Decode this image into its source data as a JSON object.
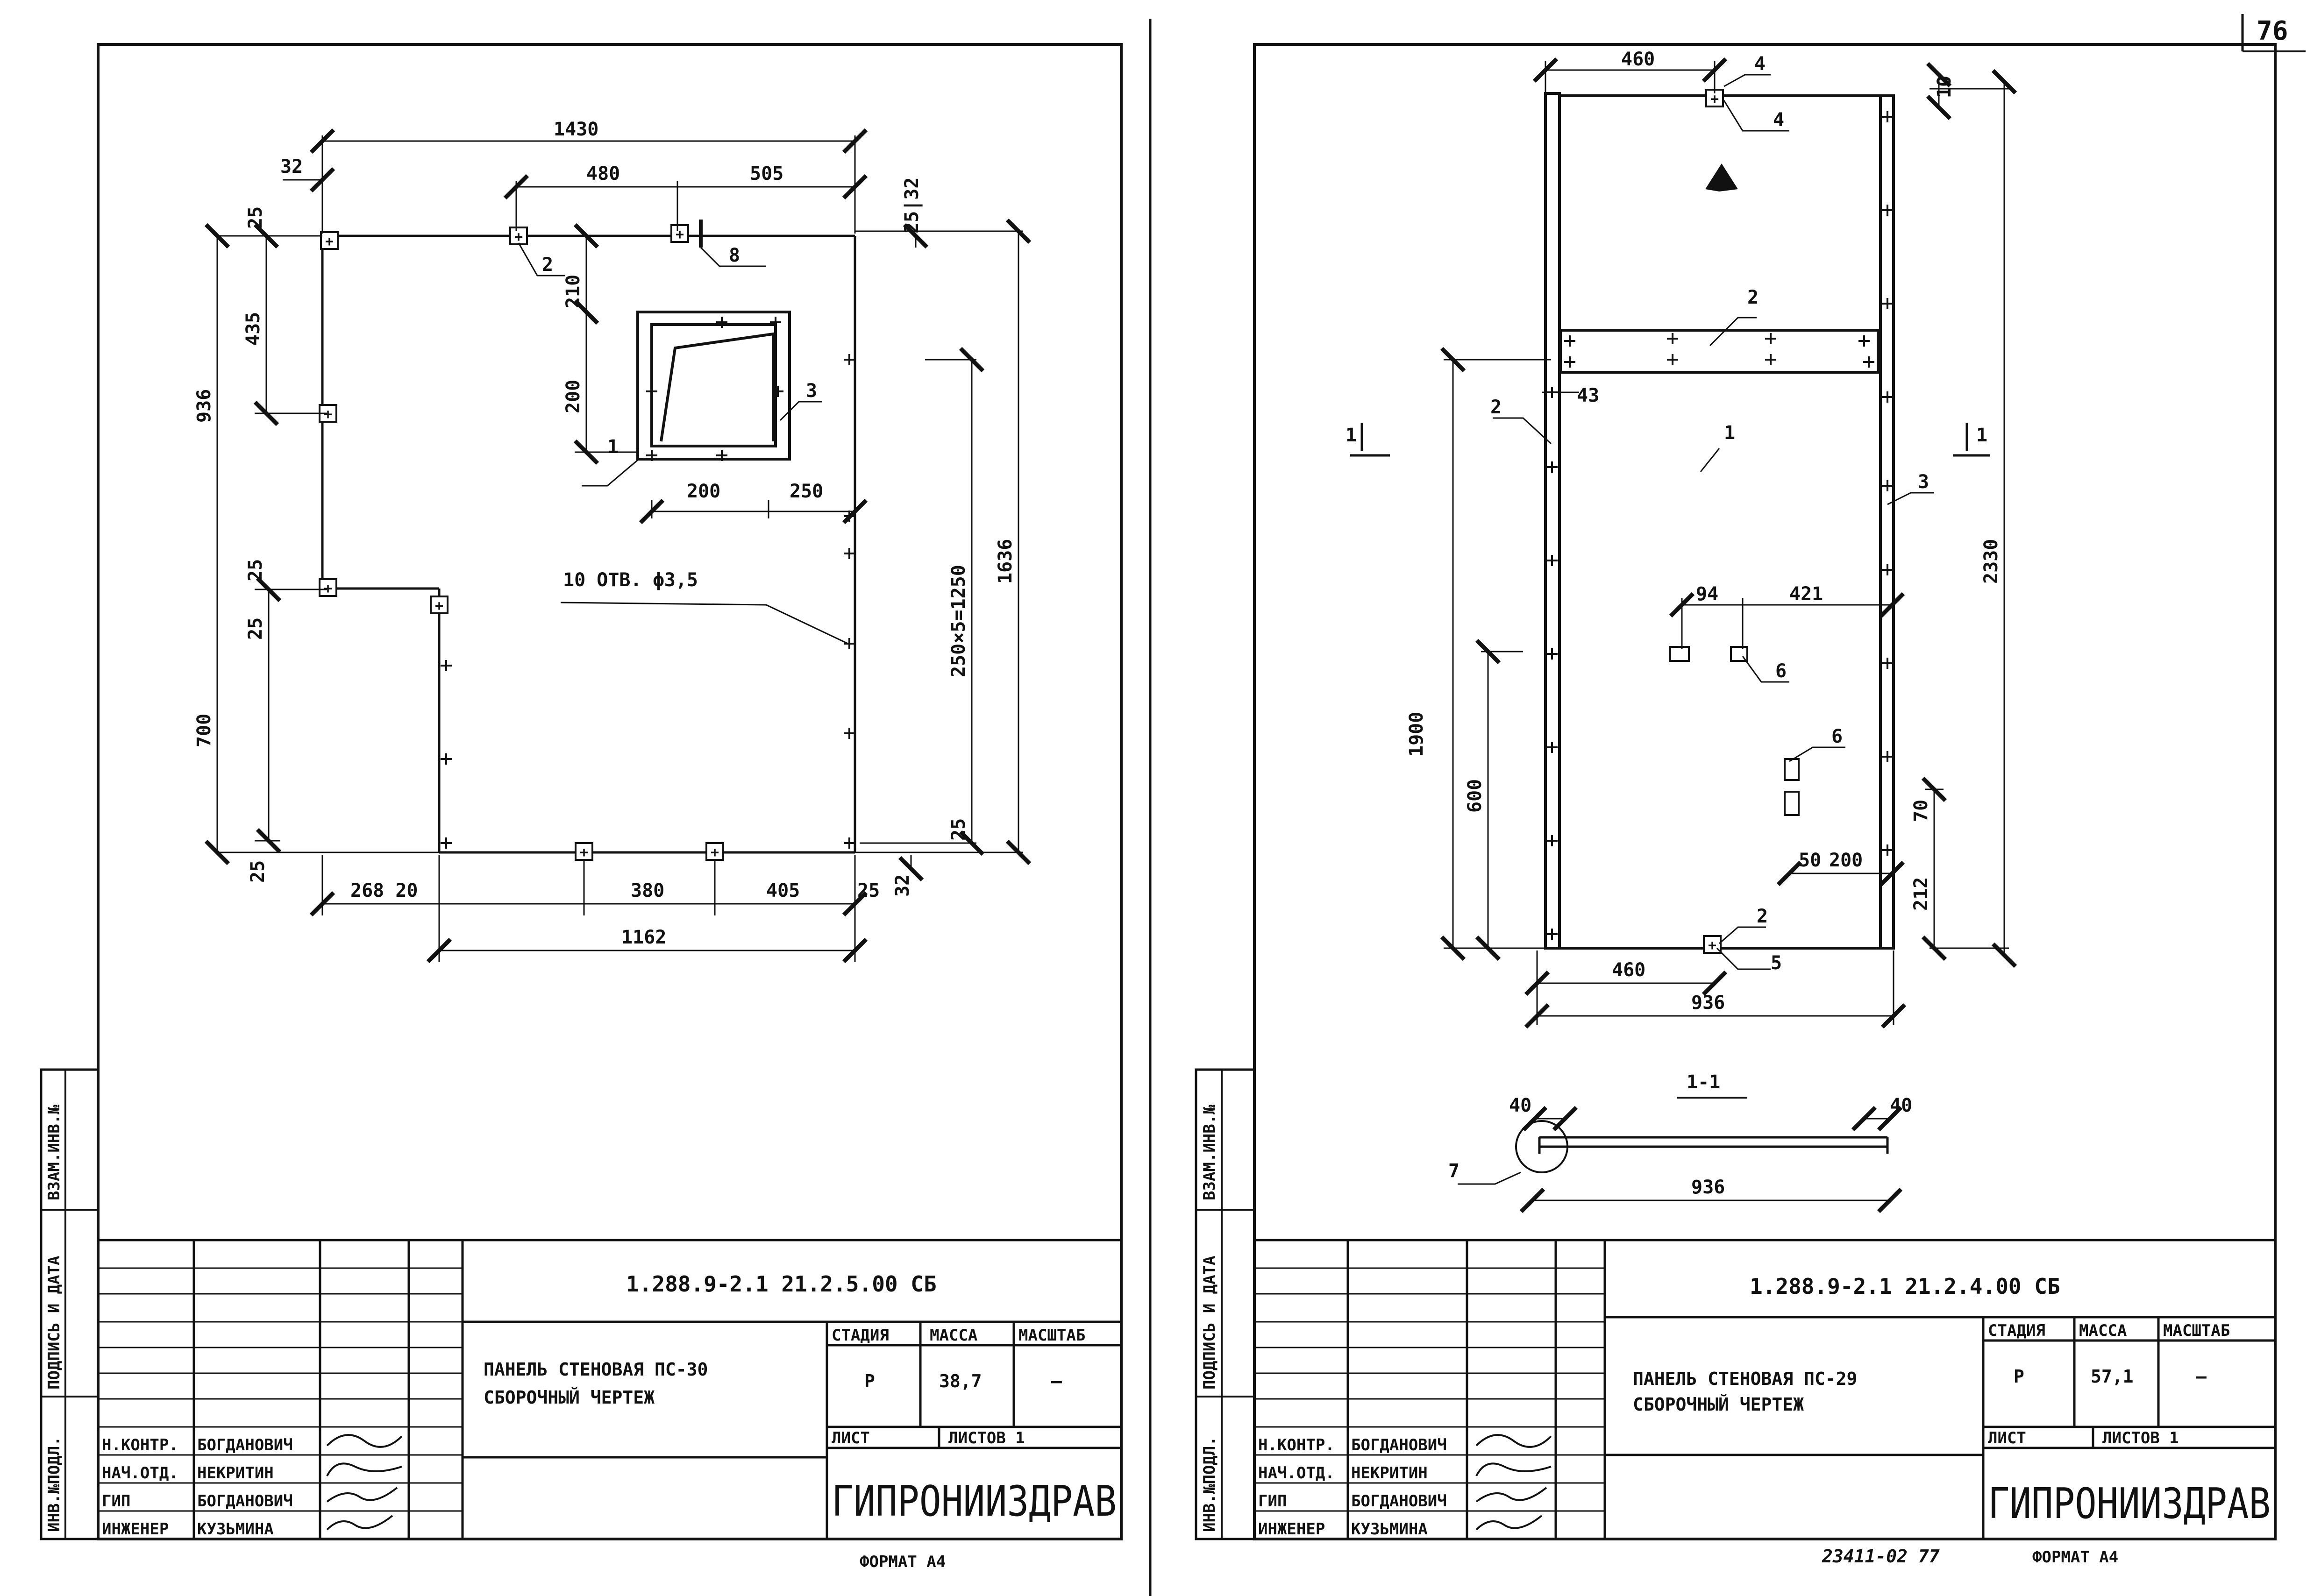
{
  "page_number": "76",
  "bottom_note": "23411-02  77",
  "left_sheet": {
    "dims": {
      "d1430": "1430",
      "d32": "32",
      "d480": "480",
      "d505": "505",
      "d25a": "25",
      "d435": "435",
      "d936": "936",
      "d210": "210",
      "d200v": "200",
      "d200h": "200",
      "d250": "250",
      "d25b": "25",
      "d25c": "25",
      "d700": "700",
      "d25d": "25",
      "d268": "268 20",
      "d380": "380",
      "d405": "405",
      "d25e": "25",
      "d32b": "32",
      "d1162": "1162",
      "d1636": "1636",
      "d2505": "250×5=1250",
      "d2532": "25|32",
      "d25f": "25"
    },
    "callouts": {
      "c1": "1",
      "c2": "2",
      "c3": "3",
      "c8": "8"
    },
    "holes_note": "10 ОТВ. ϕ3,5",
    "title_block": {
      "cipher": "1.288.9-2.1  21.2.5.00 СБ",
      "name_line1": "ПАНЕЛЬ СТЕНОВАЯ ПС-30",
      "name_line2": "СБОРОЧНЫЙ ЧЕРТЕЖ",
      "stage_label": "СТАДИЯ",
      "mass_label": "МАССА",
      "scale_label": "МАСШТАБ",
      "stage_value": "Р",
      "mass_value": "38,7",
      "scale_value": "—",
      "sheet_label": "ЛИСТ",
      "sheets_label": "ЛИСТОВ 1",
      "org": "ГИПРОНИИЗДРАВ",
      "roles": [
        "Н.КОНТР.",
        "НАЧ.ОТД.",
        "ГИП",
        "ИНЖЕНЕР"
      ],
      "names": [
        "БОГДАНОВИЧ",
        "НЕКРИТИН",
        "БОГДАНОВИЧ",
        "КУЗЬМИНА"
      ],
      "side_labels": [
        "ВЗАМ.ИНВ.№",
        "ПОДПИСЬ И ДАТА",
        "ИНВ.№ПОДЛ."
      ],
      "format": "ФОРМАТ А4"
    }
  },
  "right_sheet": {
    "dims": {
      "d460t": "460",
      "d10": "10",
      "d43": "43",
      "d2330": "2330",
      "d1900": "1900",
      "d600": "600",
      "d94": "94",
      "d421": "421",
      "d70": "70",
      "d50": "50",
      "d200": "200",
      "d212": "212",
      "d460b": "460",
      "d936": "936",
      "d40a": "40",
      "d40b": "40",
      "d936b": "936"
    },
    "callouts": {
      "c4a": "4",
      "c4b": "4",
      "c2a": "2",
      "c2b": "2",
      "c2c": "2",
      "c1": "1",
      "c3": "3",
      "c6a": "6",
      "c6b": "6",
      "c5": "5",
      "c7": "7"
    },
    "section_mark": "1",
    "section_label": "1-1",
    "title_block": {
      "cipher": "1.288.9-2.1  21.2.4.00 СБ",
      "name_line1": "ПАНЕЛЬ СТЕНОВАЯ ПС-29",
      "name_line2": "СБОРОЧНЫЙ ЧЕРТЕЖ",
      "stage_label": "СТАДИЯ",
      "mass_label": "МАССА",
      "scale_label": "МАСШТАБ",
      "stage_value": "Р",
      "mass_value": "57,1",
      "scale_value": "—",
      "sheet_label": "ЛИСТ",
      "sheets_label": "ЛИСТОВ 1",
      "org": "ГИПРОНИИЗДРАВ",
      "roles": [
        "Н.КОНТР.",
        "НАЧ.ОТД.",
        "ГИП",
        "ИНЖЕНЕР"
      ],
      "names": [
        "БОГДАНОВИЧ",
        "НЕКРИТИН",
        "БОГДАНОВИЧ",
        "КУЗЬМИНА"
      ],
      "side_labels": [
        "ВЗАМ.ИНВ.№",
        "ПОДПИСЬ И ДАТА",
        "ИНВ.№ПОДЛ."
      ],
      "format": "ФОРМАТ А4"
    }
  }
}
